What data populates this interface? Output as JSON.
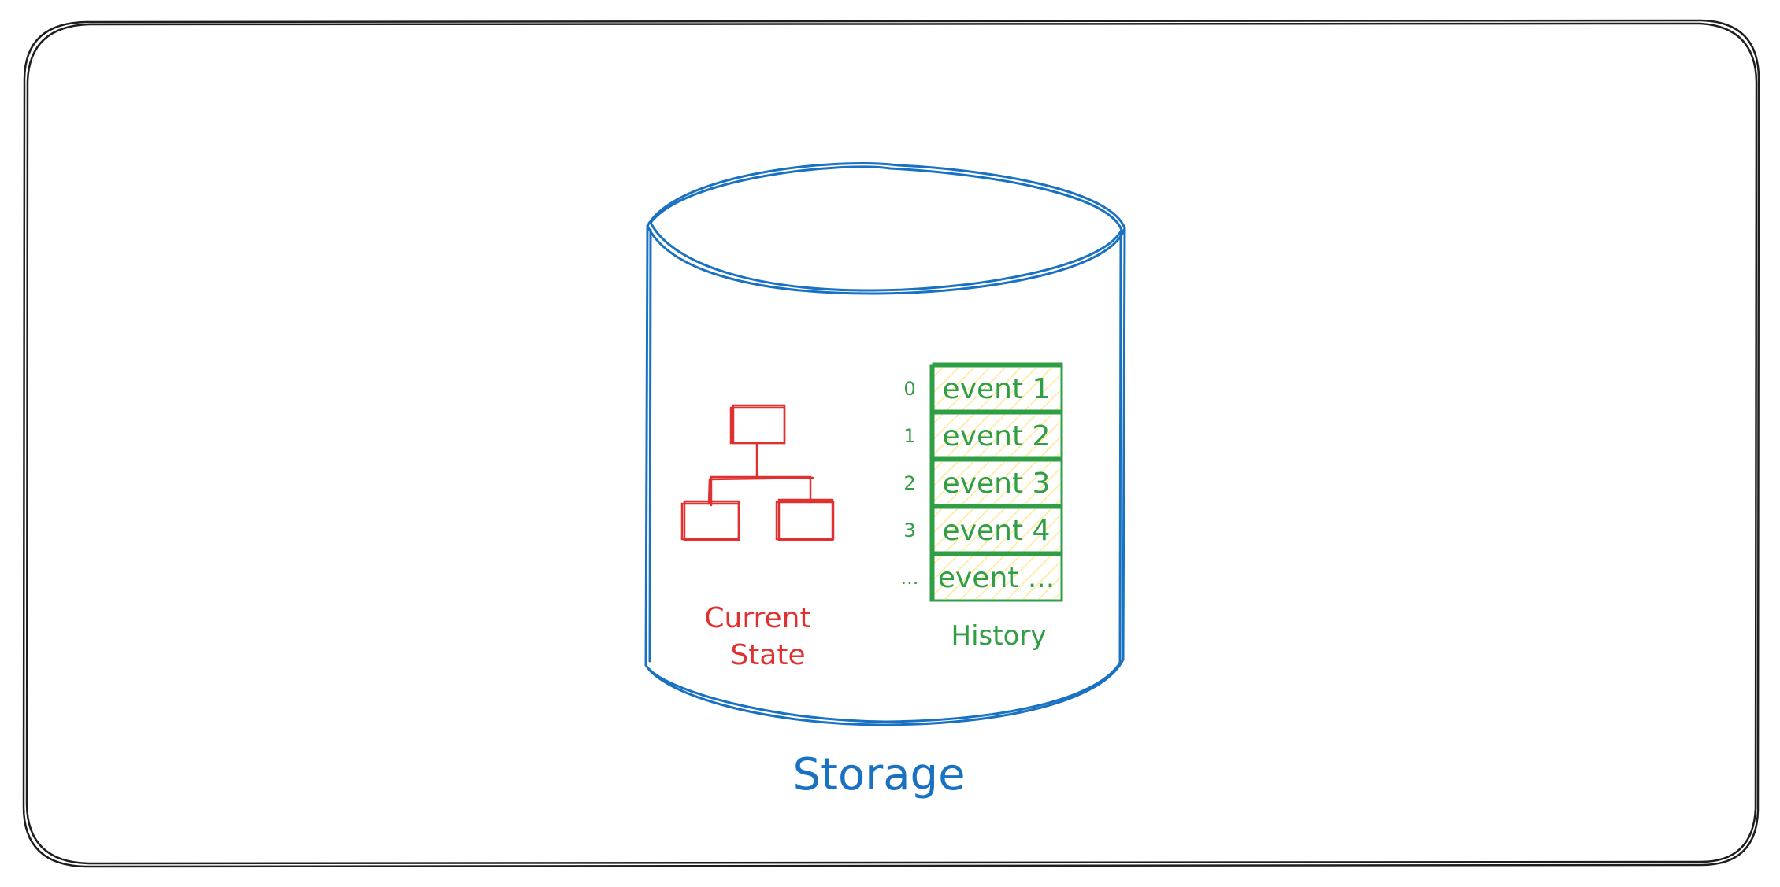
{
  "colors": {
    "frame": "#1e1e1e",
    "storage": "#1971c2",
    "state": "#e03131",
    "history": "#2f9e44",
    "history_fill": "#ffec99"
  },
  "storage": {
    "label": "Storage"
  },
  "current_state": {
    "line1": "Current",
    "line2": "State"
  },
  "history": {
    "label": "History",
    "rows": [
      {
        "index": "0",
        "event": "event 1"
      },
      {
        "index": "1",
        "event": "event 2"
      },
      {
        "index": "2",
        "event": "event 3"
      },
      {
        "index": "3",
        "event": "event 4"
      },
      {
        "index": "...",
        "event": "event ..."
      }
    ]
  }
}
